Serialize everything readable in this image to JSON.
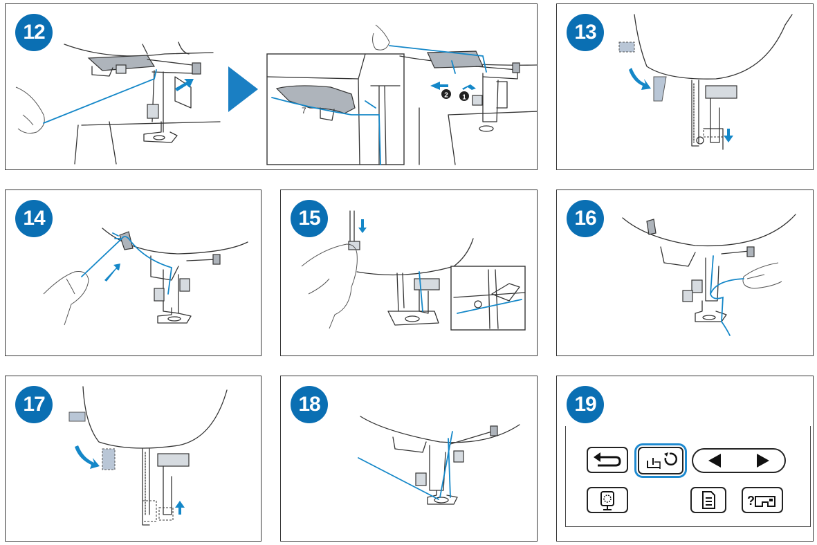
{
  "steps": [
    {
      "label": "12"
    },
    {
      "label": "13"
    },
    {
      "label": "14"
    },
    {
      "label": "15"
    },
    {
      "label": "16"
    },
    {
      "label": "17"
    },
    {
      "label": "18"
    },
    {
      "label": "19"
    }
  ],
  "step12": {
    "dial_number": "7",
    "sub_step_1": "❶",
    "sub_step_2": "❷"
  },
  "screen": {
    "buttons": [
      {
        "icon": "return-icon"
      },
      {
        "icon": "bobbin-rethread-icon"
      },
      {
        "icon": "previous-icon"
      },
      {
        "icon": "next-icon"
      },
      {
        "icon": "embroidery-icon"
      },
      {
        "icon": "document-icon"
      },
      {
        "icon": "help-machine-icon"
      }
    ]
  },
  "colors": {
    "accent": "#0a6fb3",
    "thread": "#1487c8",
    "outline": "#333333"
  }
}
